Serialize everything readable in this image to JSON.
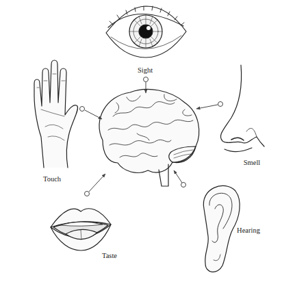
{
  "diagram": {
    "labels": [
      "Sight",
      "Smell",
      "Touch",
      "Hearing",
      "Taste"
    ]
  }
}
